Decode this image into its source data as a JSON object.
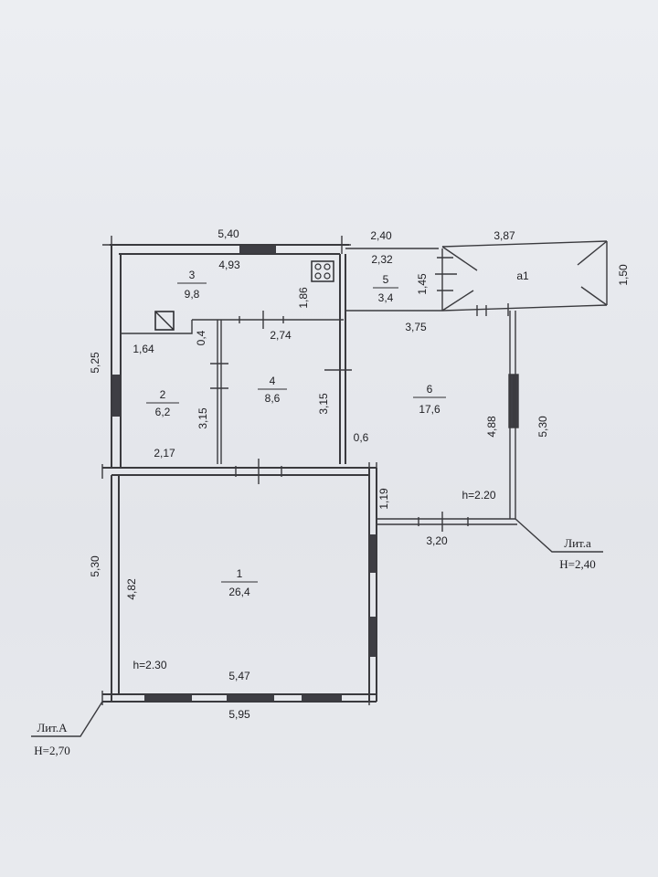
{
  "rooms": [
    {
      "number": "1",
      "area": "26,4"
    },
    {
      "number": "2",
      "area": "6,2"
    },
    {
      "number": "3",
      "area": "9,8"
    },
    {
      "number": "4",
      "area": "8,6"
    },
    {
      "number": "5",
      "area": "3,4"
    },
    {
      "number": "6",
      "area": "17,6"
    },
    {
      "number": "a1"
    }
  ],
  "dimensions": {
    "top_main": "5,40",
    "top_inner": "4,93",
    "top_ext": "2,40",
    "top_ext_inner": "2,32",
    "top_right": "3,87",
    "right_end": "1,50",
    "kitchen_height": "1,86",
    "room5_height": "1,45",
    "room5_bottom": "3,75",
    "left_upper": "5,25",
    "step_left": "1,64",
    "step_height": "0,4",
    "room4_width": "2,74",
    "room2_height": "3,15",
    "room4_height": "3,15",
    "room2_width": "2,17",
    "offset": "0,6",
    "right_room6_outer": "5,30",
    "right_room6_inner": "4,88",
    "room6_step": "1,19",
    "room6_bottom": "3,20",
    "left_lower": "5,30",
    "room1_inner_height": "4,82",
    "room1_inner_width": "5,47",
    "bottom_main": "5,95"
  },
  "heights": {
    "room6": "h=2.20",
    "room1": "h=2.30"
  },
  "lit_labels": [
    {
      "title": "Лит.а",
      "height": "H=2,40"
    },
    {
      "title": "Лит.А",
      "height": "H=2,70"
    }
  ],
  "icons": [
    "stove-icon",
    "chimney-icon"
  ]
}
